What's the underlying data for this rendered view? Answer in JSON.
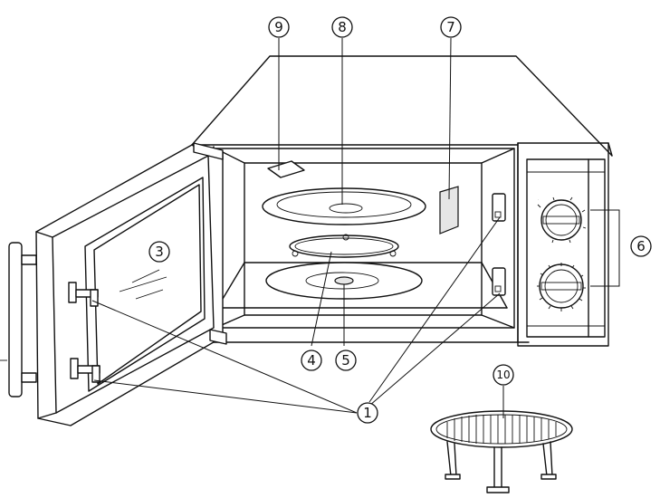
{
  "callouts": {
    "c1": "①",
    "c3": "③",
    "c4": "④",
    "c5": "⑤",
    "c6": "⑥",
    "c7": "⑦",
    "c8": "⑧",
    "c9": "⑨",
    "c10": "⑩"
  }
}
